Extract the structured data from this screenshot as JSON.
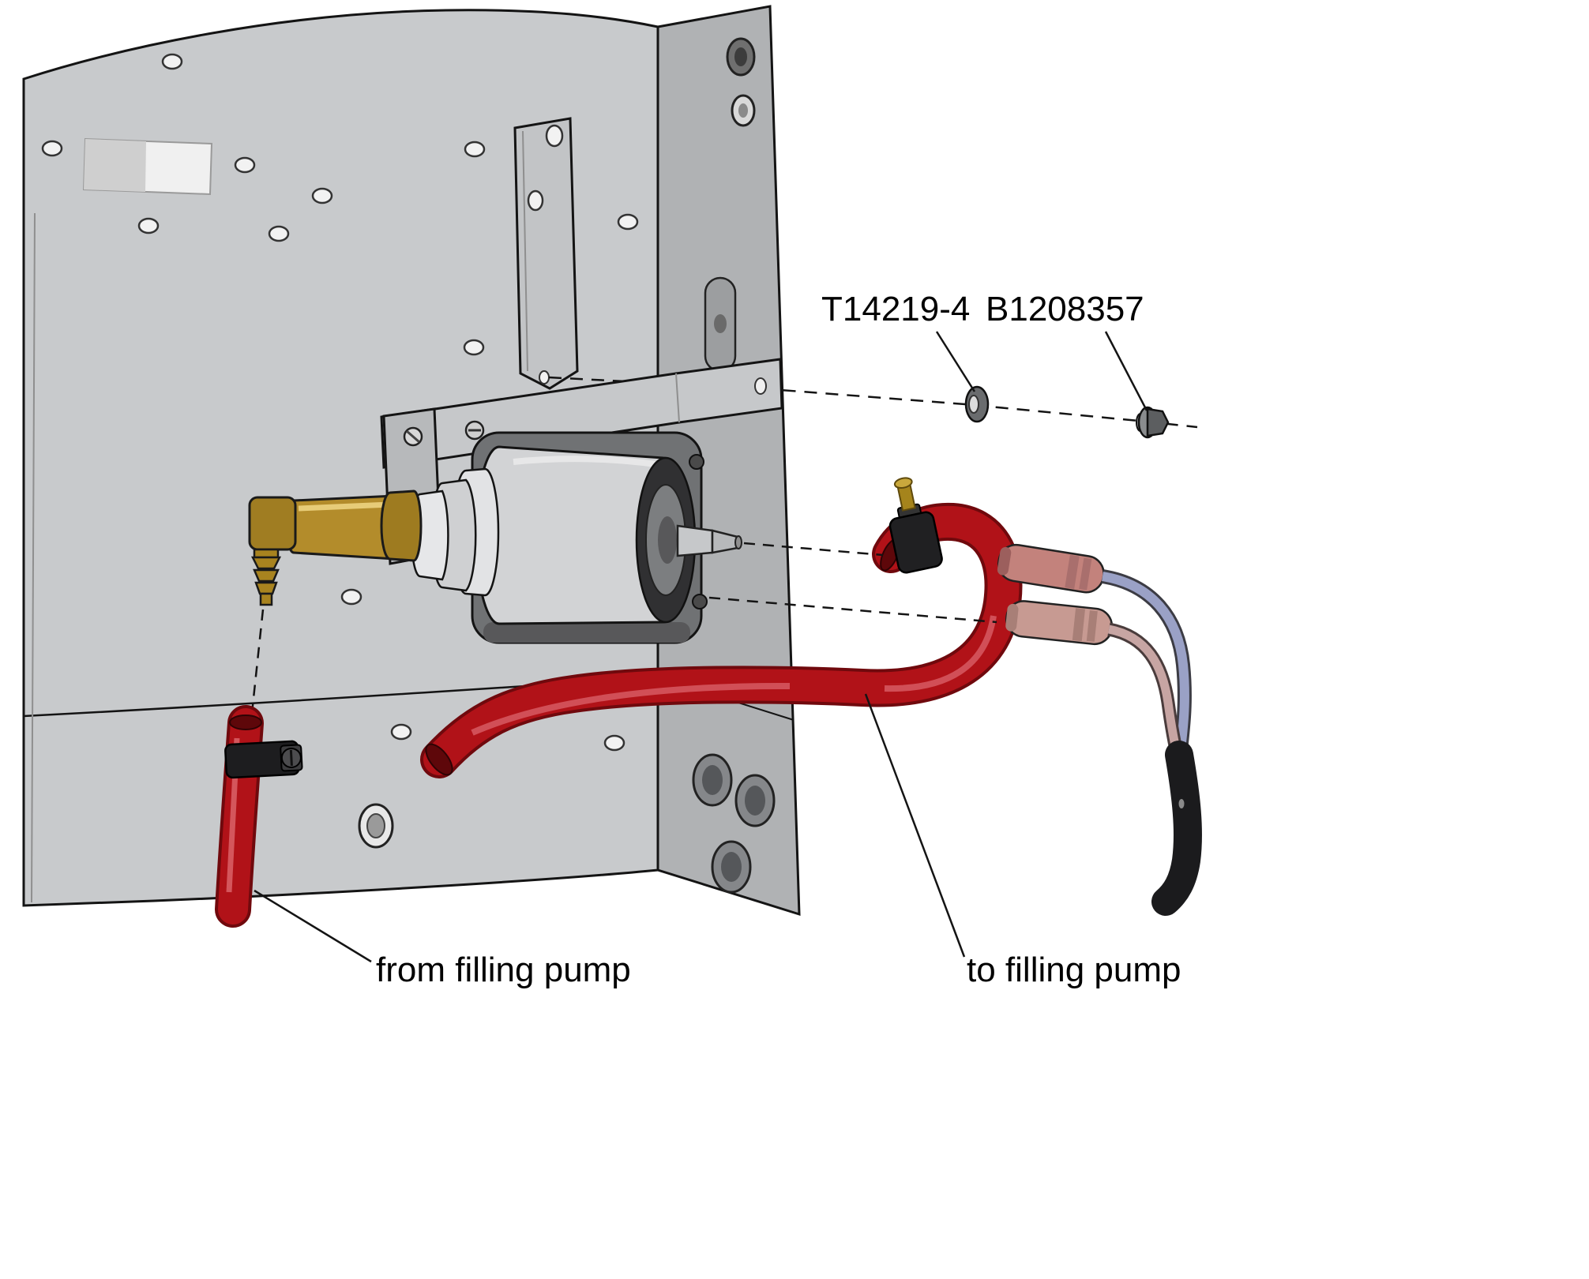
{
  "figure": {
    "callouts": {
      "part_washer": "T14219-4",
      "part_bolt": "B1208357",
      "hose_from": "from filling pump",
      "hose_to": "to filling pump"
    },
    "colors": {
      "hose_red": "#b11218",
      "hose_red_dark": "#70090d",
      "panel_gray": "#c8cacc",
      "panel_side_gray": "#b0b2b4",
      "brass": "#b38c2b",
      "connector_pink_upper": "#c3827c",
      "connector_pink_lower": "#c79a92",
      "wire_blue": "#9aa1c6",
      "wire_pink": "#c7a5a3",
      "sleeve_black": "#1b1b1d"
    }
  }
}
